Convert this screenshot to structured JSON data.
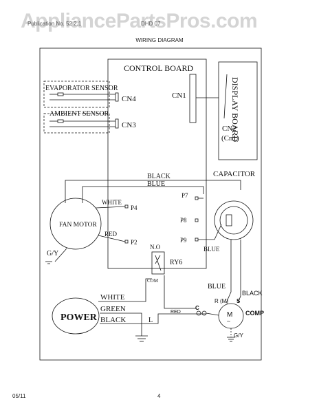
{
  "watermark": "AppliancePartsPros.com",
  "header": {
    "left_text": "Publication No. 52 2.1",
    "right_text": "DHD 07"
  },
  "page_title": "WIRING DIAGRAM",
  "footer": {
    "date": "05/11",
    "page": "4"
  },
  "diagram": {
    "control_board": "CONTROL BOARD",
    "display_board": "DISPLAY BOARD",
    "cn1": "CN1",
    "cn2": "CN2",
    "cn2_alt": "(Cn1)",
    "evaporator_sensor": "EVAPORATOR SENSOR",
    "ambient_sensor": "AMBIENT SENSOR",
    "cn4": "CN4",
    "cn3": "CN3",
    "black_top": "BLACK",
    "blue_top": "BLUE",
    "capacitor": "CAPACITOR",
    "p7": "P7",
    "p8": "P8",
    "p9": "P9",
    "p4": "P4",
    "p2": "P2",
    "white_fan": "WHITE",
    "red_fan": "RED",
    "fan_motor": "FAN MOTOR",
    "gy_left": "G/Y",
    "no": "N.O",
    "ry6": "RY6",
    "com": "COM",
    "blue_cap": "BLUE",
    "blue_comp": "BLUE",
    "black_comp": "BLACK",
    "power": "POWER",
    "white_power": "WHITE",
    "green_power": "GREEN",
    "black_power": "BLACK",
    "l": "L",
    "red_comp": "RED",
    "c": "C",
    "r_m": "R (M)",
    "s": "S",
    "m": "M",
    "comp": "COMP",
    "gy_comp": "G/Y"
  }
}
